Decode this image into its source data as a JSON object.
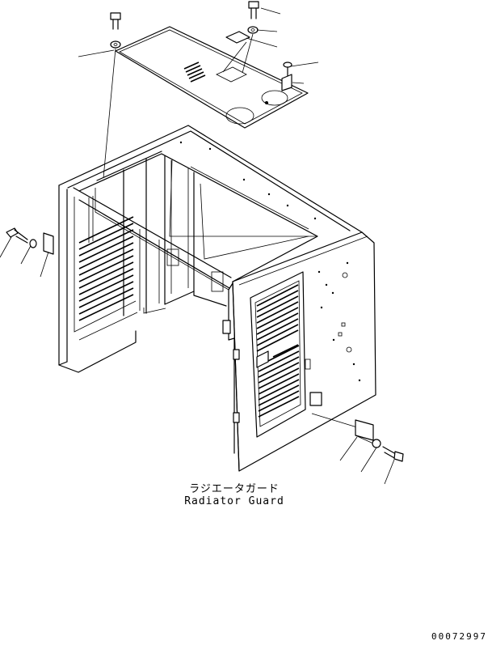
{
  "diagram": {
    "caption_ja": "ラジエータガード",
    "caption_en": "Radiator Guard",
    "drawing_number": "00072997"
  }
}
